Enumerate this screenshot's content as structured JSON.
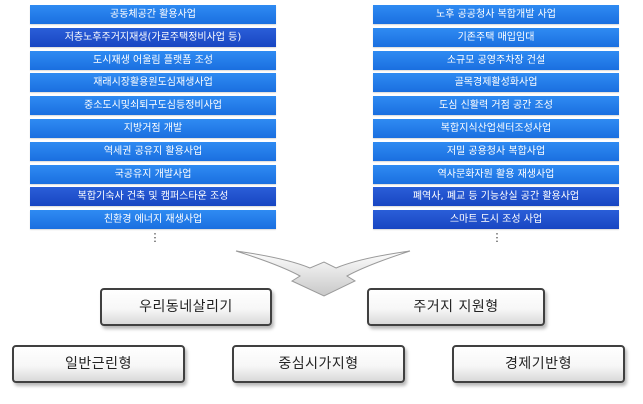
{
  "left_projects": [
    "공동체공간 활용사업",
    "저층노후주거지재생(가로주택정비사업 등)",
    "도시재생 어울림 플랫폼 조성",
    "재래시장활용원도심재생사업",
    "중소도시및쇠퇴구도심등정비사업",
    "지방거점 개발",
    "역세권 공유지 활용사업",
    "국공유지 개발사업",
    "복합기숙사 건축 및 캠퍼스타운 조성",
    "친환경 에너지 재생사업"
  ],
  "right_projects": [
    "노후 공공청사 복합개발 사업",
    "기존주택 매입임대",
    "소규모 공영주차장 건설",
    "골목경제활성화사업",
    "도심 신활력 거점 공간 조성",
    "복합지식산업센터조성사업",
    "저밀 공용청사 복합사업",
    "역사문화자원 활용 재생사업",
    "폐역사, 폐교 등 기능상실 공간 활용사업",
    "스마트 도시 조성 사업"
  ],
  "ellipsis": "⋮",
  "types": {
    "ourtown": "우리동네살리기",
    "residential": "주거지 지원형",
    "general": "일반근린형",
    "central": "중심시가지형",
    "economic": "경제기반형"
  },
  "colors": {
    "bar_light": "#2f8bf2",
    "bar_dark": "#2a5ed8"
  }
}
